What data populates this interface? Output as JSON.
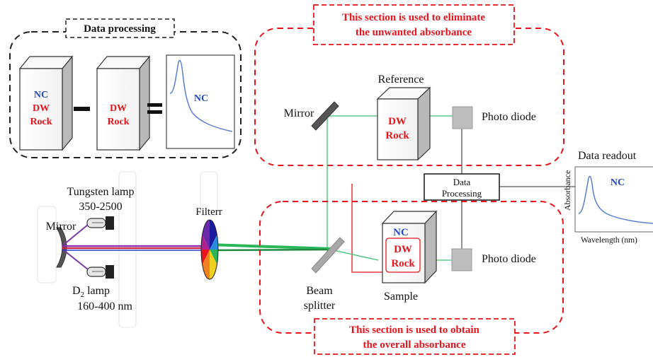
{
  "data_processing": {
    "title": "Data processing",
    "box1_line1": "NC",
    "box1_line2": "DW",
    "box1_line3": "Rock",
    "box2_line1": "DW",
    "box2_line2": "Rock",
    "result_label": "NC"
  },
  "top_section": {
    "note_line1": "This section is used to eliminate",
    "note_line2": "the unwanted absorbance",
    "reference_label": "Reference",
    "mirror_label": "Mirror",
    "ref_cell_line1": "DW",
    "ref_cell_line2": "Rock",
    "photodiode_label": "Photo diode"
  },
  "center": {
    "data_processing_line1": "Data",
    "data_processing_line2": "Processing"
  },
  "readout": {
    "title": "Data readout",
    "ylabel": "Absorbance",
    "xlabel": "Wavelength (nm)",
    "curve_label": "NC"
  },
  "source": {
    "tungsten_line1": "Tungsten lamp",
    "tungsten_line2": "350-2500",
    "mirror_label": "Mirror",
    "d2_prefix": "D",
    "d2_sub": "2",
    "d2_suffix": " lamp",
    "d2_range": "160-400 nm",
    "filter_label": "Filterr"
  },
  "bottom_section": {
    "beam_line1": "Beam",
    "beam_line2": "splitter",
    "sample_line1": "NC",
    "sample_line2": "DW",
    "sample_line3": "Rock",
    "sample_label": "Sample",
    "photodiode_label": "Photo diode",
    "note_line1": "This section is used to obtain",
    "note_line2": "the overall absorbance"
  },
  "colors": {
    "red": "#e8141c",
    "blue": "#2348c8",
    "green": "#2bb55a",
    "curve": "#5a7fd0"
  }
}
